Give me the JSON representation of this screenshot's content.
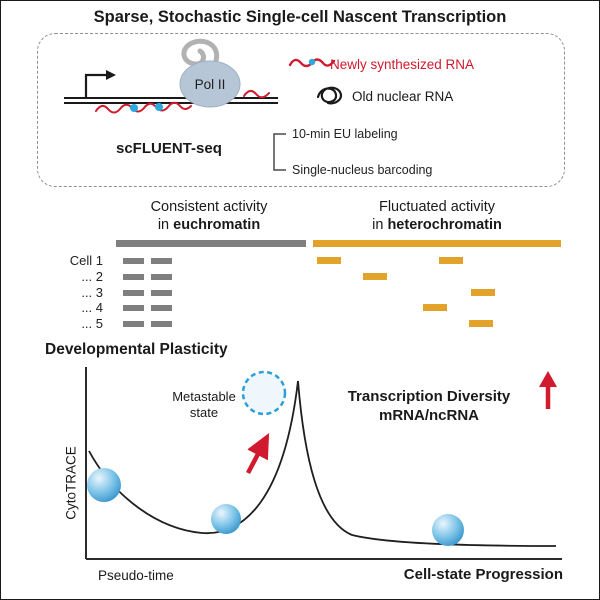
{
  "colors": {
    "red": "#d11a2d",
    "orange": "#e3a32b",
    "gray": "#7f7f7f",
    "blue": "#2d9fd8",
    "dotblue": "#29abe2",
    "polii": "#b7c6d6",
    "graythread": "#b2b2b2",
    "ink": "#1a1a1a"
  },
  "title": "Sparse, Stochastic Single-cell Nascent Transcription",
  "method_box": {
    "pol2_label": "Pol II",
    "legend": {
      "new_rna": "Newly synthesized RNA",
      "old_rna": "Old nuclear RNA"
    },
    "method_name": "scFLUENT-seq",
    "steps": [
      "10-min EU labeling",
      "Single-nucleus barcoding"
    ]
  },
  "tracks": {
    "left_header": {
      "line1": "Consistent activity",
      "line2_prefix": "in ",
      "line2_bold": "euchromatin"
    },
    "right_header": {
      "line1": "Fluctuated activity",
      "line2_prefix": "in ",
      "line2_bold": "heterochromatin"
    },
    "rows": [
      {
        "label": "Cell 1",
        "eu": [
          7,
          35
        ],
        "het": [
          4,
          126
        ]
      },
      {
        "label": "... 2",
        "eu": [
          7,
          35
        ],
        "het": [
          50
        ]
      },
      {
        "label": "... 3",
        "eu": [
          7,
          35
        ],
        "het": [
          158
        ]
      },
      {
        "label": "... 4",
        "eu": [
          7,
          35
        ],
        "het": [
          110
        ]
      },
      {
        "label": "... 5",
        "eu": [
          7,
          35
        ],
        "het": [
          156
        ]
      }
    ]
  },
  "plot": {
    "title": "Developmental Plasticity",
    "y_label": "CytoTRACE",
    "x_label_left": "Pseudo-time",
    "x_label_right": "Cell-state Progression",
    "metastable_line1": "Metastable",
    "metastable_line2": "state",
    "diversity_line1": "Transcription Diversity",
    "diversity_line2": "mRNA/ncRNA"
  }
}
